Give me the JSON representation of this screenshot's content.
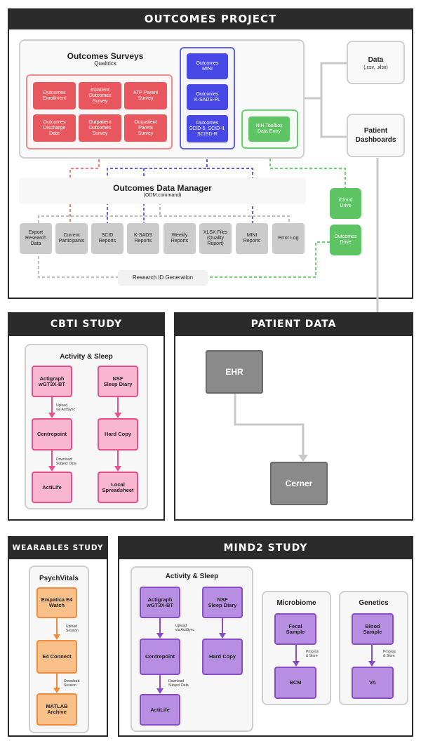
{
  "outcomes": {
    "header": "OUTCOMES PROJECT",
    "surveys_title": "Outcomes Surveys",
    "surveys_sub": "Qualtrics",
    "red_nodes": [
      "Outcomes\nEnrollment",
      "Inpatient\nOutcomes\nSurvey",
      "ATP Parent\nSurvey",
      "Outcomes\nDischarge\nDate",
      "Outpatient\nOutcomes\nSurvey",
      "Outpatient\nParent\nSurvey"
    ],
    "blue_nodes": [
      "Outcomes\nMINI",
      "Outcomes\nK-SADS-PL",
      "Outcomes\nSCID-5, SCID-II,\nSCISD-R"
    ],
    "nih": "NIH Toolbox\nData Entry",
    "data_title": "Data",
    "data_sub": "(.csv, .xlsx)",
    "dashboards": "Patient\nDashboards",
    "dm_title": "Outcomes Data Manager",
    "dm_sub": "(ODM.command)",
    "icloud": "iCloud\nDrive",
    "outcomes_drive": "Outcomes\nDrive",
    "reports": [
      "Export\nResearch\nData",
      "Current\nParticipants",
      "SCID\nReports",
      "K-SADS\nReports",
      "Weekly\nReports",
      "XLSX Files\n(Quality\nReport)",
      "MINI\nReports",
      "Error Log"
    ],
    "research_id": "Research ID Generation"
  },
  "cbti": {
    "header": "CBTI STUDY",
    "card_title": "Activity & Sleep",
    "nodes": [
      "Actigraph\nwGT3X-BT",
      "NSF\nSleep Diary",
      "Centrepoint",
      "Hard Copy",
      "ActiLife",
      "Local\nSpreadsheet"
    ],
    "note1": "Upload\nvia ActiSync",
    "note2": "Download\nSubject Data"
  },
  "patient": {
    "header": "PATIENT DATA",
    "ehr": "EHR",
    "cerner": "Cerner"
  },
  "wearables": {
    "header": "WEARABLES STUDY",
    "card_title": "PsychVitals",
    "nodes": [
      "Empatica E4\nWatch",
      "E4 Connect",
      "MATLAB\nArchive"
    ],
    "note1": "Upload\nSession",
    "note2": "Download\nSession"
  },
  "mind2": {
    "header": "MIND2 STUDY",
    "activity_title": "Activity & Sleep",
    "activity_nodes": [
      "Actigraph\nwGT3X-BT",
      "NSF\nSleep Diary",
      "Centrepoint",
      "Hard Copy",
      "ActiLife"
    ],
    "note1": "Upload\nvia ActiSync",
    "note2": "Download\nSubject Data",
    "micro_title": "Microbiome",
    "micro_nodes": [
      "Fecal\nSample",
      "BCM"
    ],
    "micro_note": "Process\n& Store",
    "gen_title": "Genetics",
    "gen_nodes": [
      "Blood\nSample",
      "VA"
    ],
    "gen_note": "Process\n& Store"
  }
}
